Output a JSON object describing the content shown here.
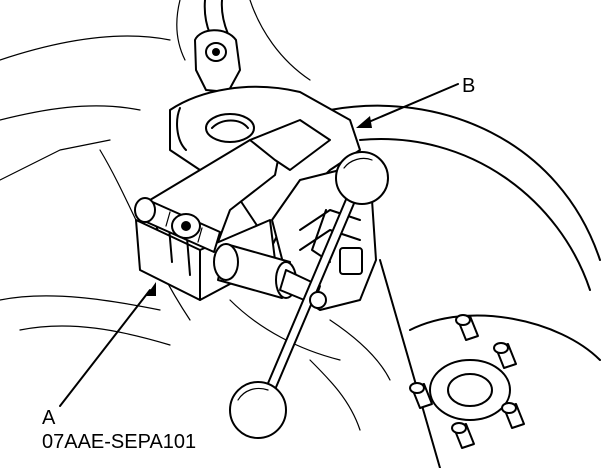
{
  "callouts": {
    "b": "B",
    "a": "A",
    "tool_number": "07AAE-SEPA101"
  }
}
